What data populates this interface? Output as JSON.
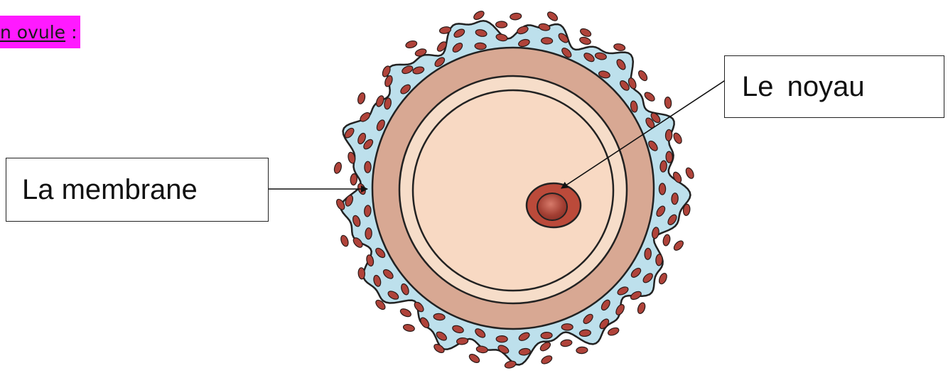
{
  "heading": {
    "text": "n ovule",
    "colon": ":",
    "background": "#ff1aff"
  },
  "labels": {
    "membrane": "La membrane",
    "nucleus": "Le  noyau"
  },
  "colors": {
    "outer_layer": "#bde0ec",
    "follicle_cell": "#b0433a",
    "zona": "#d8a893",
    "inner_ring": "#f6ddc9",
    "cytoplasm": "#f8d9c3",
    "nucleus_outer": "#bb4a3a",
    "nucleus_inner": "#9c3c32"
  }
}
